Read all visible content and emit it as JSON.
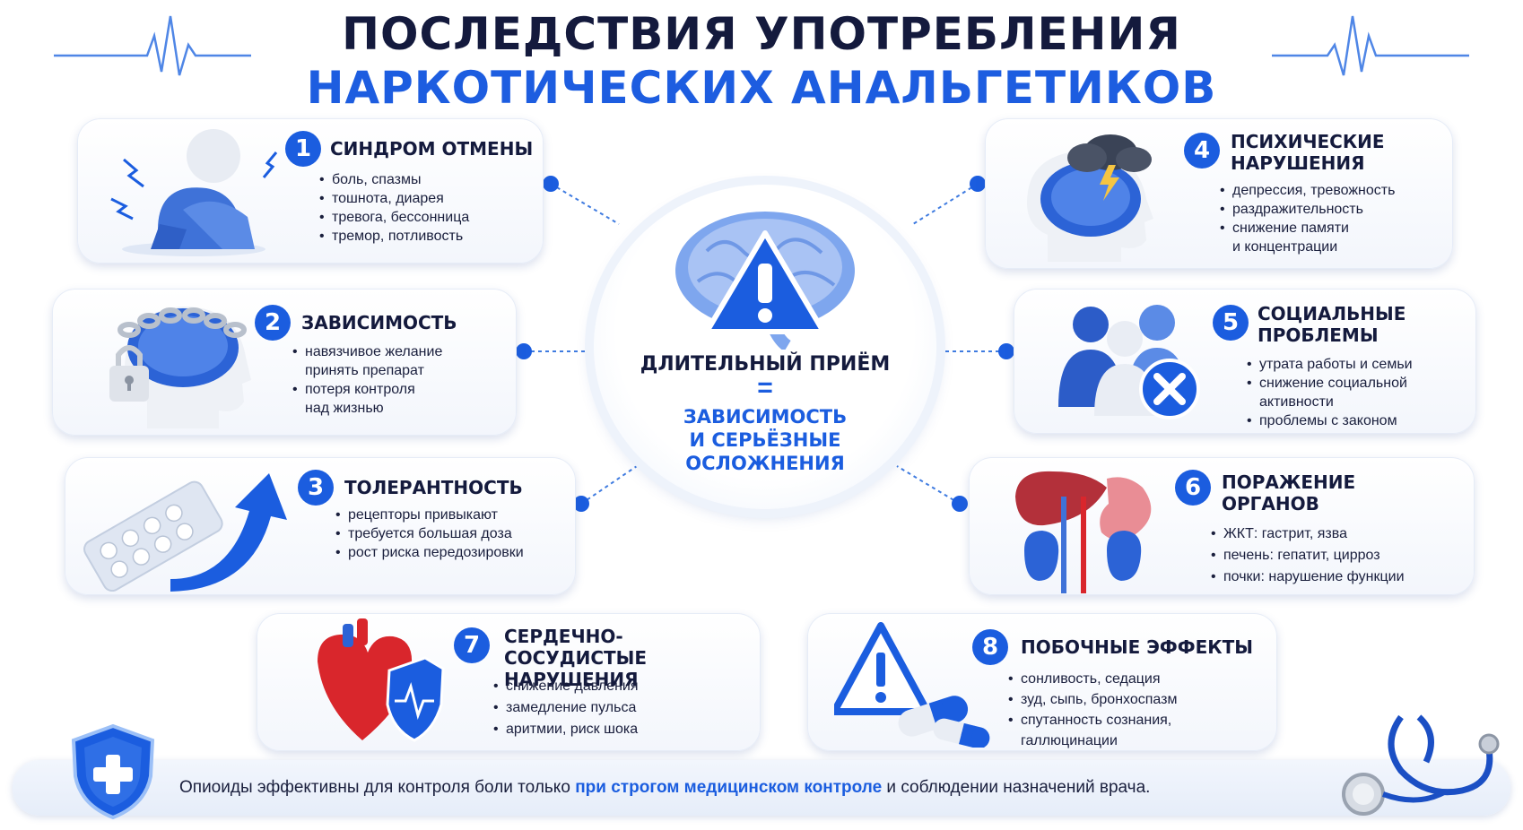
{
  "title": {
    "line1": "ПОСЛЕДСТВИЯ УПОТРЕБЛЕНИЯ",
    "line2": "НАРКОТИЧЕСКИХ АНАЛЬГЕТИКОВ"
  },
  "colors": {
    "accent": "#1b5ddf",
    "dark": "#141a3d",
    "red": "#d9262c"
  },
  "center": {
    "line1": "ДЛИТЕЛЬНЫЙ ПРИЁМ",
    "equals": "=",
    "line2": "ЗАВИСИМОСТЬ\nИ СЕРЬЁЗНЫЕ\nОСЛОЖНЕНИЯ"
  },
  "cards": [
    {
      "num": "1",
      "title": "СИНДРОМ ОТМЕНЫ",
      "icon": "withdrawal-person-icon",
      "items": [
        "боль, спазмы",
        "тошнота, диарея",
        "тревога, бессонница",
        "тремор, потливость"
      ]
    },
    {
      "num": "2",
      "title": "ЗАВИСИМОСТЬ",
      "icon": "chained-brain-head-icon",
      "items": [
        "навязчивое желание\nпринять препарат",
        "потеря контроля\nнад жизнью"
      ]
    },
    {
      "num": "3",
      "title": "ТОЛЕРАНТНОСТЬ",
      "icon": "pills-arrow-up-icon",
      "items": [
        "рецепторы привыкают",
        "требуется большая доза",
        "рост риска передозировки"
      ]
    },
    {
      "num": "4",
      "title": "ПСИХИЧЕСКИЕ\nНАРУШЕНИЯ",
      "icon": "storm-cloud-head-icon",
      "items": [
        "депрессия, тревожность",
        "раздражительность",
        "снижение памяти\nи концентрации"
      ]
    },
    {
      "num": "5",
      "title": "СОЦИАЛЬНЫЕ\nПРОБЛЕМЫ",
      "icon": "people-cross-icon",
      "items": [
        "утрата работы и семьи",
        "снижение социальной\nактивности",
        "проблемы с законом"
      ]
    },
    {
      "num": "6",
      "title": "ПОРАЖЕНИЕ\nОРГАНОВ",
      "icon": "organs-icon",
      "items": [
        "ЖКТ: гастрит, язва",
        "печень: гепатит, цирроз",
        "почки: нарушение функции"
      ]
    },
    {
      "num": "7",
      "title": "СЕРДЕЧНО-СОСУДИСТЫЕ\nНАРУШЕНИЯ",
      "icon": "heart-shield-icon",
      "items": [
        "снижение давления",
        "замедление пульса",
        "аритмии, риск шока"
      ]
    },
    {
      "num": "8",
      "title": "ПОБОЧНЫЕ ЭФФЕКТЫ",
      "icon": "warning-capsules-icon",
      "items": [
        "сонливость, седация",
        "зуд, сыпь, бронхоспазм",
        "спутанность сознания,\nгаллюцинации"
      ]
    }
  ],
  "footer": {
    "before": "Опиоиды эффективны для контроля боли только ",
    "highlight": "при строгом медицинском контроле",
    "after": " и соблюдении назначений врача."
  }
}
